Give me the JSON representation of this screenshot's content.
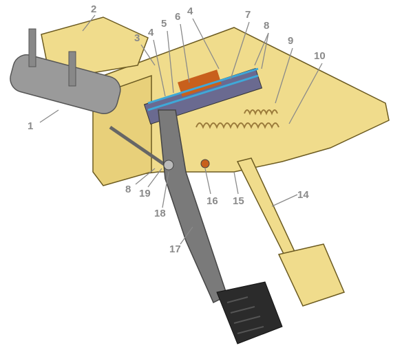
{
  "diagram": {
    "labels": [
      "1",
      "2",
      "3",
      "4",
      "5",
      "6",
      "4",
      "7",
      "8",
      "9",
      "10",
      "8",
      "19",
      "18",
      "16",
      "15",
      "14",
      "17"
    ]
  },
  "colors": {
    "body": "#f0dc8c",
    "outline": "#6b5a20",
    "metal": "#8e8e8e",
    "label": "#8a8a8a",
    "pad": "#2b2b2b",
    "spring": "#9a7a3a",
    "cutaway": "#c8601c",
    "accent": "#3fa8d8"
  }
}
